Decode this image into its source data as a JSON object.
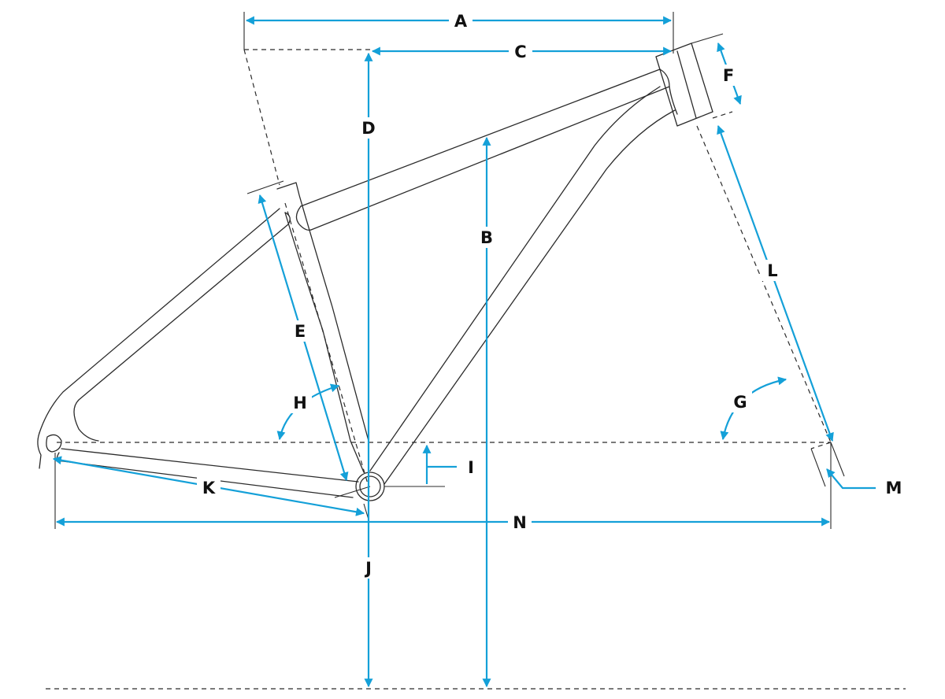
{
  "colors": {
    "dimension": "#14a0d8",
    "frame": "#2b2b2b",
    "label": "#111111"
  },
  "labels": {
    "A": "A",
    "B": "B",
    "C": "C",
    "D": "D",
    "E": "E",
    "F": "F",
    "G": "G",
    "H": "H",
    "I": "I",
    "J": "J",
    "K": "K",
    "L": "L",
    "M": "M",
    "N": "N"
  }
}
